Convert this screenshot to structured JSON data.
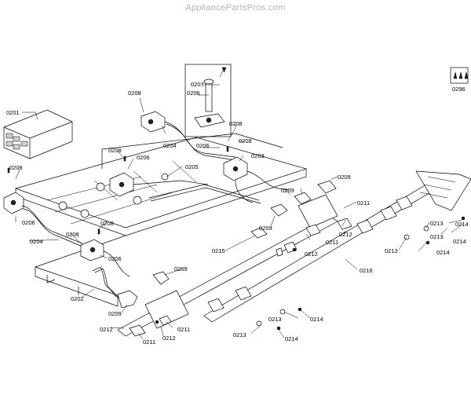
{
  "watermark": "AppliancePartsPros.com",
  "callouts": [
    {
      "id": "c0201",
      "text": "0201"
    },
    {
      "id": "c0202",
      "text": "0202"
    },
    {
      "id": "c0203",
      "text": "0203"
    },
    {
      "id": "c0204a",
      "text": "0204"
    },
    {
      "id": "c0204b",
      "text": "0204"
    },
    {
      "id": "c0205",
      "text": "0205"
    },
    {
      "id": "c0206a",
      "text": "0206"
    },
    {
      "id": "c0206b",
      "text": "0206"
    },
    {
      "id": "c0206c",
      "text": "0206"
    },
    {
      "id": "c0206d",
      "text": "0206"
    },
    {
      "id": "c0206e",
      "text": "0206"
    },
    {
      "id": "c0207",
      "text": "0207"
    },
    {
      "id": "c0208a",
      "text": "0208"
    },
    {
      "id": "c0208b",
      "text": "0208"
    },
    {
      "id": "c0208c",
      "text": "0208"
    },
    {
      "id": "c0208d",
      "text": "0208"
    },
    {
      "id": "c0208e",
      "text": "0208"
    },
    {
      "id": "c0208f",
      "text": "0208"
    },
    {
      "id": "c0208g",
      "text": "0208"
    },
    {
      "id": "c0209a",
      "text": "0209"
    },
    {
      "id": "c0209b",
      "text": "0209"
    },
    {
      "id": "c0209c",
      "text": "0209"
    },
    {
      "id": "c0209d",
      "text": "0209"
    },
    {
      "id": "c0209e",
      "text": "0209"
    },
    {
      "id": "c0211a",
      "text": "0211"
    },
    {
      "id": "c0211b",
      "text": "0211"
    },
    {
      "id": "c0211c",
      "text": "0211"
    },
    {
      "id": "c0211d",
      "text": "0211"
    },
    {
      "id": "c0212a",
      "text": "0212"
    },
    {
      "id": "c0212b",
      "text": "0212"
    },
    {
      "id": "c0212c",
      "text": "0212"
    },
    {
      "id": "c0212d",
      "text": "0212"
    },
    {
      "id": "c0213a",
      "text": "0213"
    },
    {
      "id": "c0213b",
      "text": "0213"
    },
    {
      "id": "c0213c",
      "text": "0213"
    },
    {
      "id": "c0213d",
      "text": "0213"
    },
    {
      "id": "c0213e",
      "text": "0213"
    },
    {
      "id": "c0214a",
      "text": "0214"
    },
    {
      "id": "c0214b",
      "text": "0214"
    },
    {
      "id": "c0214c",
      "text": "0214"
    },
    {
      "id": "c0214d",
      "text": "0214"
    },
    {
      "id": "c0214e",
      "text": "0214"
    },
    {
      "id": "c0215",
      "text": "0215"
    },
    {
      "id": "c0216",
      "text": "0216"
    },
    {
      "id": "c0296",
      "text": "0296"
    }
  ]
}
